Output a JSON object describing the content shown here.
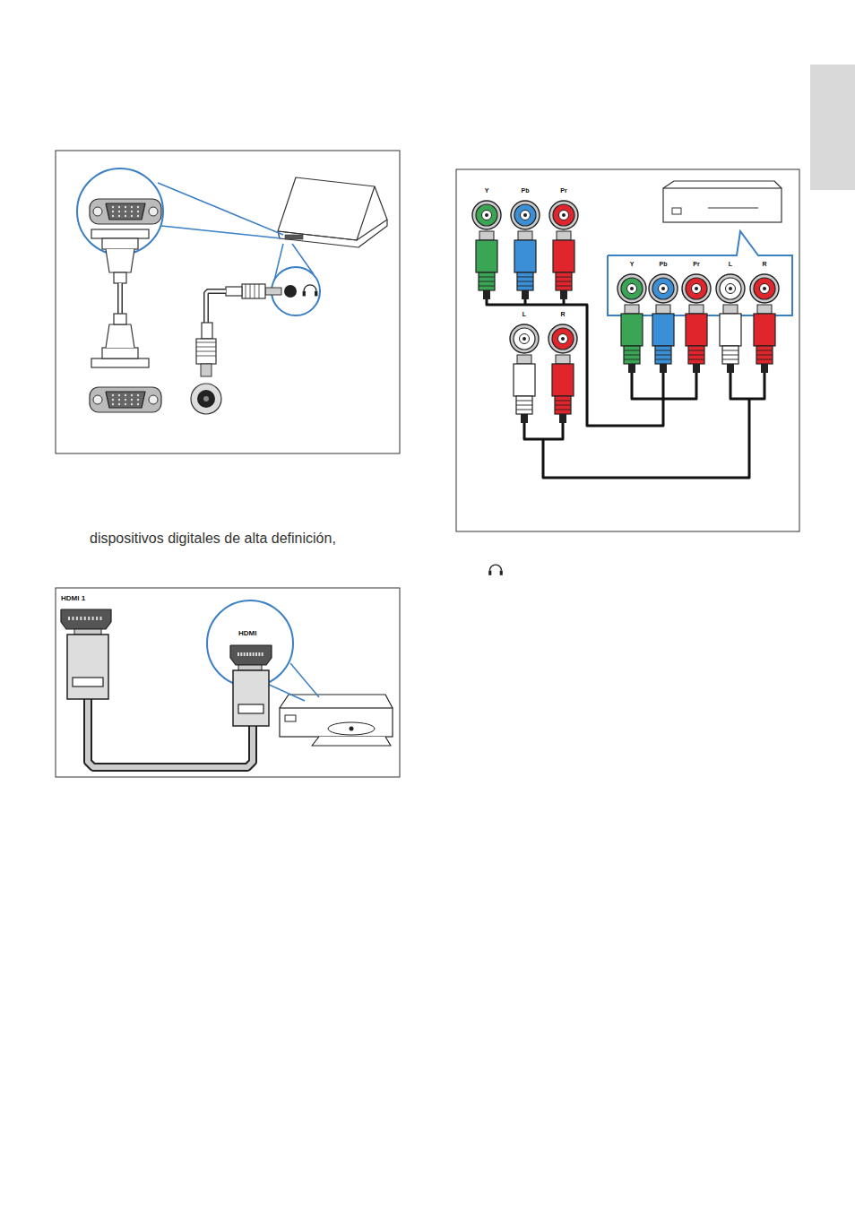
{
  "diagram": {
    "labels": [
      "dispositivos digitales de alta definición,",
      "HDMI 1",
      "HDMI",
      "Y",
      "Pb",
      "Pr",
      "Y",
      "Pb",
      "Pr",
      "L",
      "R",
      "L",
      "R"
    ]
  }
}
